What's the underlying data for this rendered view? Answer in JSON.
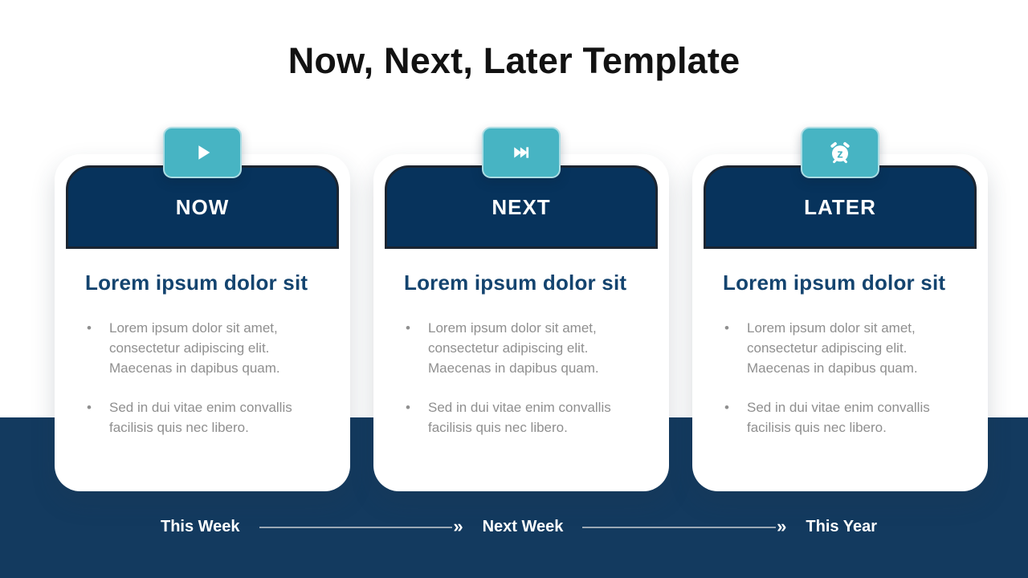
{
  "slide": {
    "title": "Now, Next, Later Template"
  },
  "cards": [
    {
      "label": "NOW",
      "icon": "play-icon",
      "heading": "Lorem ipsum dolor sit",
      "bullets": [
        "Lorem ipsum dolor sit amet, consectetur adipiscing elit. Maecenas in dapibus quam.",
        "Sed in dui vitae enim convallis facilisis quis nec libero."
      ]
    },
    {
      "label": "NEXT",
      "icon": "fast-forward-icon",
      "heading": "Lorem ipsum dolor sit",
      "bullets": [
        "Lorem ipsum dolor sit amet, consectetur adipiscing elit. Maecenas in dapibus quam.",
        "Sed in dui vitae enim convallis facilisis quis nec libero."
      ]
    },
    {
      "label": "LATER",
      "icon": "alarm-snooze-icon",
      "heading": "Lorem ipsum dolor sit",
      "bullets": [
        "Lorem ipsum dolor sit amet, consectetur adipiscing elit. Maecenas in dapibus quam.",
        "Sed in dui vitae enim convallis facilisis quis nec libero."
      ]
    }
  ],
  "timeline": {
    "labels": [
      "This Week",
      "Next Week",
      "This Year"
    ]
  },
  "icons": {
    "arrow_chevron": "»",
    "alarm_z": "z"
  },
  "colors": {
    "teal": "#47b4c3",
    "header_navy": "#07335c",
    "header_border": "#1b2531",
    "band_navy": "#133a5f",
    "heading_navy": "#14446f",
    "body_gray": "#8f8f8f",
    "title_black": "#121212",
    "arrow_line": "#9aa8b5"
  }
}
